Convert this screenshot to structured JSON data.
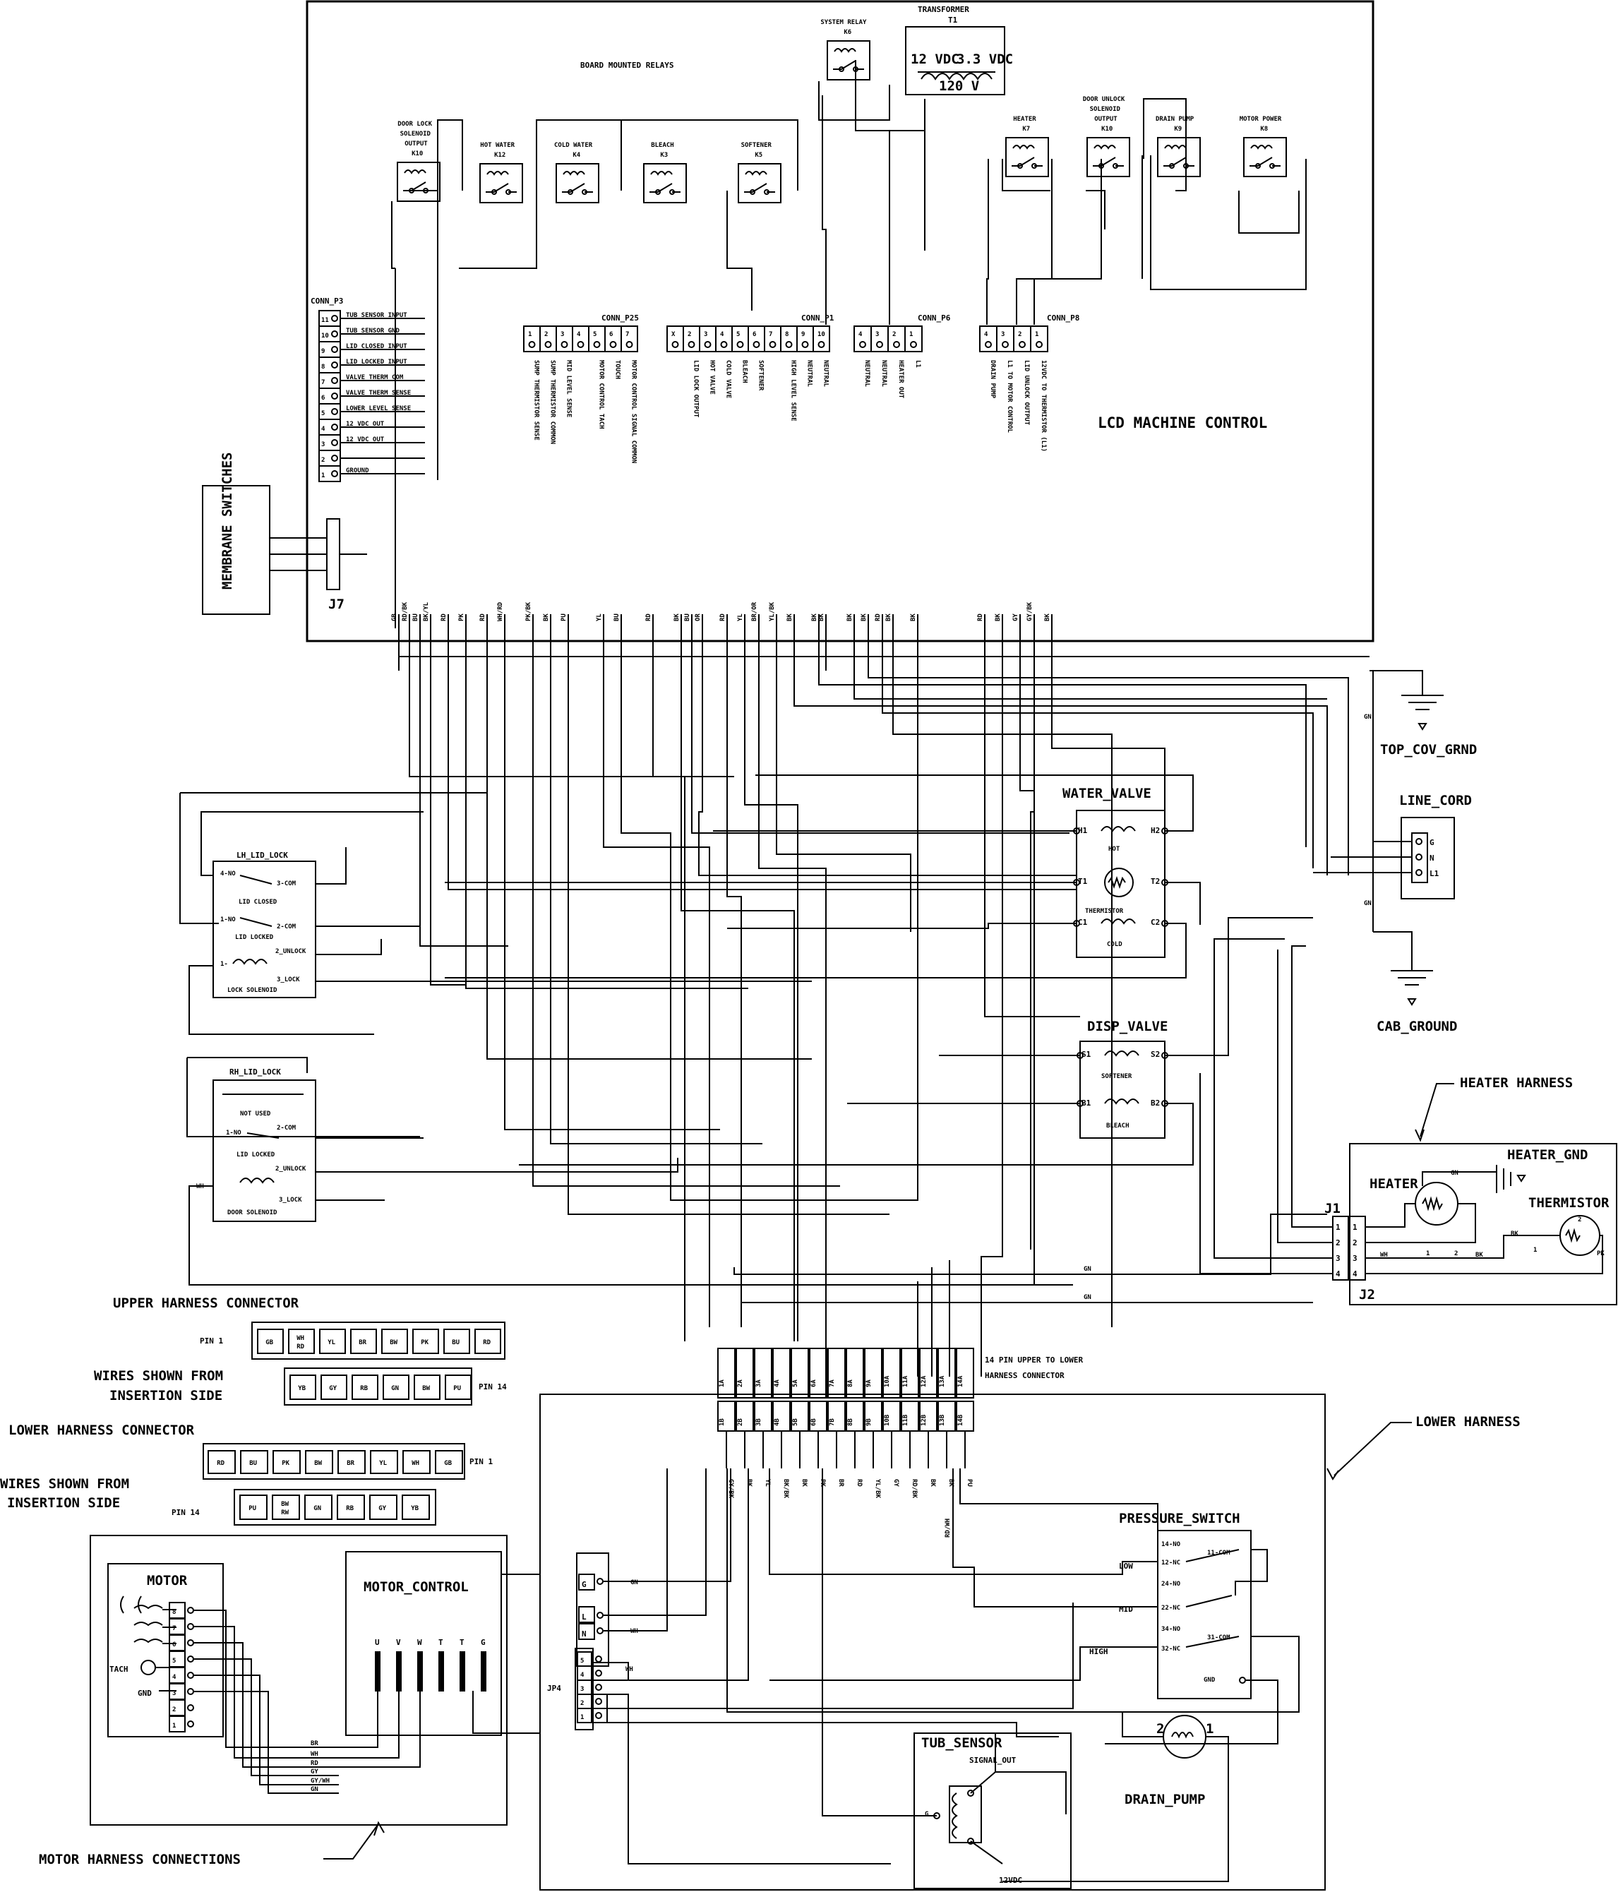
{
  "board": {
    "title": "LCD MACHINE CONTROL",
    "relays_heading": "BOARD MOUNTED RELAYS",
    "transformer": {
      "name": "TRANSFORMER",
      "ref": "T1",
      "v1": "12 VDC",
      "v2": "3.3 VDC",
      "v3": "120 V"
    },
    "relays": [
      {
        "name": "DOOR LOCK SOLENOID OUTPUT",
        "ref": "K10"
      },
      {
        "name": "HOT WATER",
        "ref": "K12"
      },
      {
        "name": "COLD WATER",
        "ref": "K4"
      },
      {
        "name": "BLEACH",
        "ref": "K3"
      },
      {
        "name": "SOFTENER",
        "ref": "K5"
      },
      {
        "name": "SYSTEM RELAY",
        "ref": "K6"
      },
      {
        "name": "HEATER",
        "ref": "K7"
      },
      {
        "name": "DOOR UNLOCK SOLENOID OUTPUT",
        "ref": "K10"
      },
      {
        "name": "DRAIN PUMP",
        "ref": "K9"
      },
      {
        "name": "MOTOR POWER",
        "ref": "K8"
      }
    ],
    "conn_p3": {
      "name": "CONN_P3",
      "pins": [
        "11",
        "10",
        "9",
        "8",
        "7",
        "6",
        "5",
        "4",
        "3",
        "2",
        "1"
      ],
      "labels": [
        "TUB SENSOR INPUT",
        "TUB SENSOR GND",
        "LID CLOSED INPUT",
        "LID LOCKED INPUT",
        "VALVE THERM COM",
        "VALVE THERM SENSE",
        "LOWER LEVEL SENSE",
        "12 VDC OUT",
        "12 VDC OUT",
        "",
        "GROUND"
      ]
    },
    "conn_p25": {
      "name": "CONN_P25",
      "pins": [
        "1",
        "2",
        "3",
        "4",
        "5",
        "6",
        "7"
      ],
      "labels": [
        "SUMP THERMISTOR SENSE",
        "SUMP THERMISTOR COMMON",
        "MID LEVEL SENSE",
        "",
        "MOTOR CONTROL TACH",
        "TOUCH",
        "MOTOR CONTROL SIGNAL COMMON"
      ]
    },
    "conn_p1": {
      "name": "CONN_P1",
      "pins": [
        "X",
        "2",
        "3",
        "4",
        "5",
        "6",
        "7",
        "8",
        "9",
        "10"
      ],
      "labels": [
        "",
        "LID LOCK OUTPUT",
        "HOT VALVE",
        "COLD VALVE",
        "BLEACH",
        "SOFTENER",
        "",
        "HIGH LEVEL SENSE",
        "NEUTRAL",
        "NEUTRAL"
      ]
    },
    "conn_p6": {
      "name": "CONN_P6",
      "pins": [
        "4",
        "3",
        "2",
        "1"
      ],
      "labels": [
        "NEUTRAL",
        "NEUTRAL",
        "HEATER OUT",
        "L1"
      ]
    },
    "conn_p8": {
      "name": "CONN_P8",
      "pins": [
        "4",
        "3",
        "2",
        "1"
      ],
      "labels": [
        "DRAIN PUMP",
        "L1 TO MOTOR CONTROL",
        "LID UNLOCK OUTPUT",
        "12VDC TO THERMISTOR (L1)"
      ]
    },
    "wire_colors": [
      "GB",
      "RD/BK",
      "BU",
      "BK/YL",
      "RD",
      "PK",
      "RD",
      "WH/RD",
      "PK/BK",
      "BK",
      "PU",
      "YL",
      "BU",
      "RD",
      "BK",
      "BU",
      "OR",
      "RD",
      "YL",
      "BR/OR",
      "YL/BK",
      "BK",
      "BK",
      "BK",
      "BK",
      "BK",
      "RD",
      "BK",
      "BK",
      "RD",
      "BK",
      "GY",
      "GY/BK",
      "BK"
    ],
    "j7": "J7",
    "membrane": "MEMBRANE SWITCHES"
  },
  "grounds": {
    "top": "TOP_COV_GRND",
    "cab": "CAB_GROUND",
    "gn": "GN"
  },
  "line_cord": {
    "title": "LINE_CORD",
    "pins": [
      "G",
      "N",
      "L1"
    ]
  },
  "water_valve": {
    "title": "WATER_VALVE",
    "hot": "HOT",
    "cold": "COLD",
    "thermistor": "THERMISTOR",
    "pins": [
      "H1",
      "H2",
      "T1",
      "T2",
      "C1",
      "C2"
    ]
  },
  "disp_valve": {
    "title": "DISP_VALVE",
    "softener": "SOFTENER",
    "bleach": "BLEACH",
    "pins": [
      "S1",
      "S2",
      "B1",
      "B2"
    ]
  },
  "lh_lid_lock": {
    "title": "LH_LID_LOCK",
    "closed": "LID CLOSED",
    "locked": "LID LOCKED",
    "solenoid": "LOCK SOLENOID",
    "pins": [
      "4-NO",
      "3-COM",
      "1-NO",
      "2-COM",
      "1-",
      "2_UNLOCK",
      "3_LOCK"
    ]
  },
  "rh_lid_lock": {
    "title": "RH_LID_LOCK",
    "not_used": "NOT USED",
    "locked": "LID LOCKED",
    "solenoid": "DOOR SOLENOID",
    "pins": [
      "1-NO",
      "2-COM",
      "2_UNLOCK",
      "3_LOCK",
      "WH"
    ]
  },
  "heater_harness": {
    "title": "HEATER HARNESS",
    "heater": "HEATER",
    "heater_gnd": "HEATER_GND",
    "thermistor": "THERMISTOR",
    "j1": "J1",
    "j2": "J2",
    "pins": [
      "1",
      "2",
      "3",
      "4"
    ],
    "wh": "WH",
    "bk": "BK",
    "pk": "PK",
    "gn": "GN",
    "n1": "1",
    "n2": "2"
  },
  "upper_conn": {
    "title": "UPPER HARNESS CONNECTOR",
    "pin1": "PIN 1",
    "pin14": "PIN 14",
    "subtitle1": "WIRES SHOWN FROM",
    "subtitle2": "INSERTION SIDE",
    "row1": [
      "GB",
      "WH RD",
      "YL",
      "BR",
      "BW",
      "PK",
      "BU",
      "RD"
    ],
    "row2": [
      "YB",
      "GY",
      "RB",
      "GN",
      "BW",
      "PU"
    ]
  },
  "lower_conn": {
    "title": "LOWER HARNESS CONNECTOR",
    "pin1": "PIN 1",
    "pin14": "PIN 14",
    "subtitle1": "WIRES SHOWN FROM",
    "subtitle2": "INSERTION SIDE",
    "row1": [
      "RD",
      "BU",
      "PK",
      "BW",
      "BR",
      "YL",
      "WH",
      "GB"
    ],
    "row2": [
      "PU",
      "BW RW",
      "GN",
      "RB",
      "GY",
      "YB"
    ]
  },
  "pin14_conn": {
    "label1": "14 PIN UPPER TO LOWER",
    "label2": "HARNESS CONNECTOR",
    "top": [
      "1A",
      "2A",
      "3A",
      "4A",
      "5A",
      "6A",
      "7A",
      "8A",
      "9A",
      "10A",
      "11A",
      "12A",
      "13A",
      "14A"
    ],
    "bottom": [
      "1B",
      "2B",
      "3B",
      "4B",
      "5B",
      "6B",
      "7B",
      "8B",
      "9B",
      "10B",
      "11B",
      "12B",
      "13B",
      "14B"
    ],
    "lower_colors": [
      "GY/BK",
      "BK",
      "YL",
      "BK/BK",
      "BK",
      "PK",
      "BR",
      "RD",
      "YL/BK",
      "GY",
      "RD/BK",
      "BK",
      "BK",
      "PU"
    ]
  },
  "lower_harness": {
    "title": "LOWER HARNESS",
    "gn": "GN",
    "wh": "WH",
    "rdwh": "RD/WH",
    "jp4": "JP4",
    "jp4_pins": [
      "5",
      "4",
      "3",
      "2",
      "1"
    ],
    "jp_top": [
      "G",
      "L",
      "N"
    ]
  },
  "pressure_switch": {
    "title": "PRESSURE_SWITCH",
    "low": "LOW",
    "mid": "MID",
    "high": "HIGH",
    "pins": [
      "14-NO",
      "11-COM",
      "12-NC",
      "24-NO",
      "22-NC",
      "34-NO",
      "31-COM",
      "32-NC",
      "GND"
    ]
  },
  "tub_sensor": {
    "title": "TUB_SENSOR",
    "signal": "SIGNAL_OUT",
    "v": "12VDC",
    "g": "G"
  },
  "drain_pump": {
    "title": "DRAIN_PUMP",
    "p1": "1",
    "p2": "2"
  },
  "motor": {
    "title": "MOTOR",
    "tach": "TACH",
    "gnd": "GND",
    "pins": [
      "8",
      "7",
      "6",
      "5",
      "4",
      "3",
      "2",
      "1"
    ]
  },
  "motor_control": {
    "title": "MOTOR_CONTROL",
    "terms": [
      "U",
      "V",
      "W",
      "T",
      "T",
      "G"
    ],
    "wires": [
      "BR",
      "WH",
      "RD",
      "GY",
      "GY/WH",
      "GN"
    ]
  },
  "motor_harness": {
    "title": "MOTOR HARNESS CONNECTIONS"
  }
}
